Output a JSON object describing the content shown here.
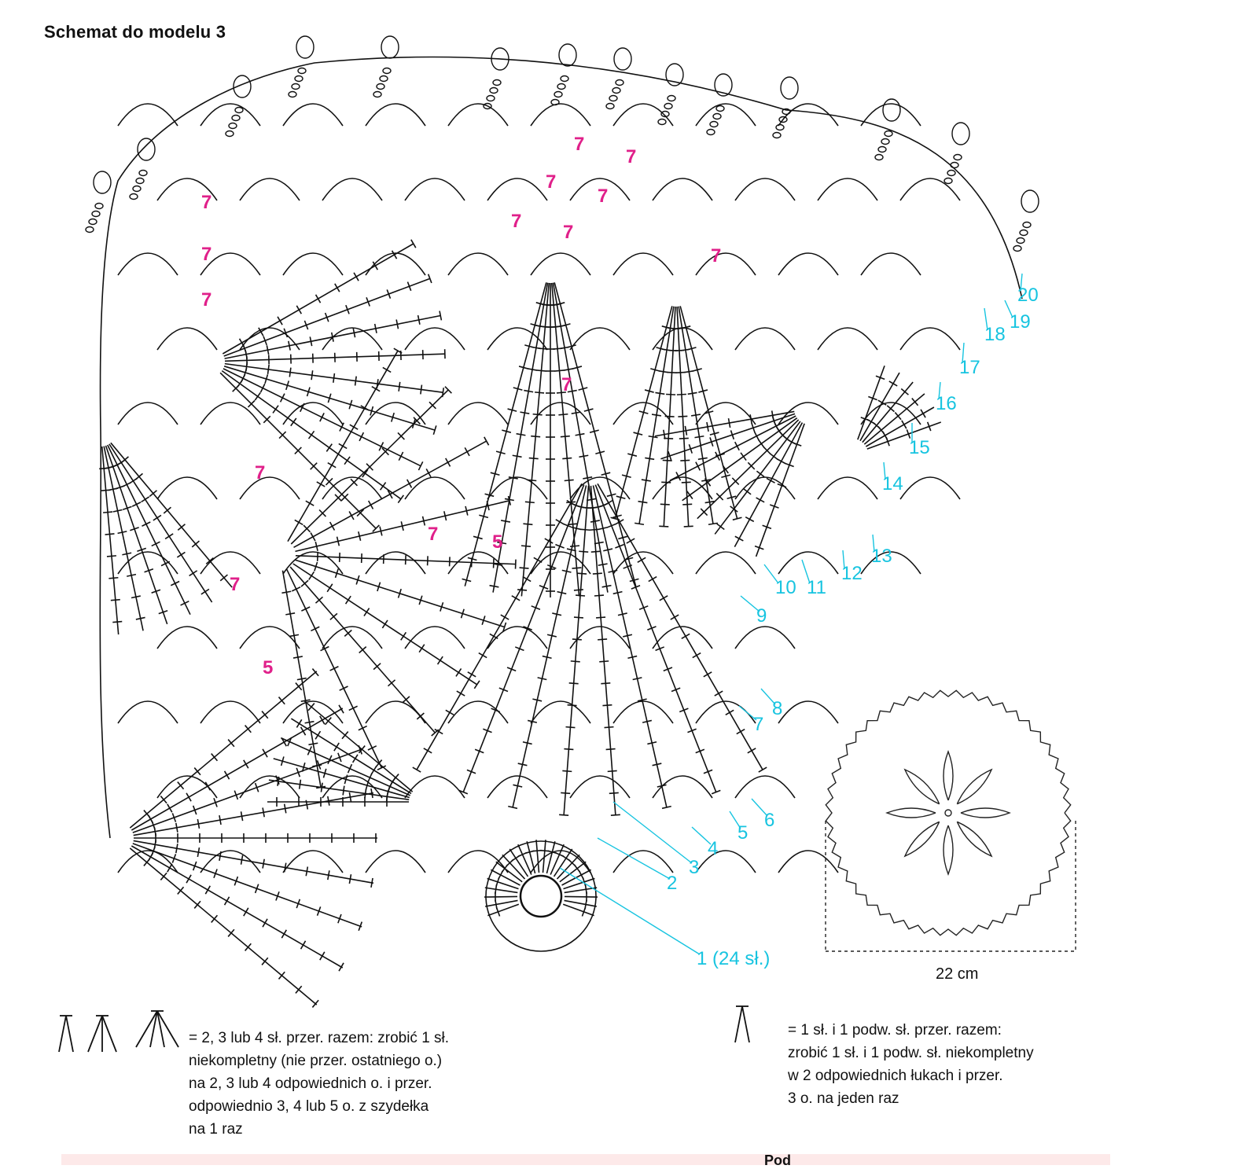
{
  "title": "Schemat do modelu 3",
  "round_labels": [
    "20",
    "19",
    "18",
    "17",
    "16",
    "15",
    "14",
    "13",
    "12",
    "11",
    "10",
    "9",
    "8",
    "7",
    "6",
    "5",
    "4",
    "3",
    "2",
    "1 (24 sł.)"
  ],
  "motif_marks": [
    "7",
    "7",
    "7",
    "7",
    "7",
    "7",
    "7",
    "7",
    "7",
    "7",
    "7",
    "7",
    "7",
    "7",
    "5",
    "5"
  ],
  "legend_left": {
    "head": "= 2, 3 lub 4 sł. przer. razem: zrobić 1 sł.",
    "lines": [
      "niekompletny (nie przer. ostatniego o.)",
      "na 2, 3 lub 4 odpowiednich o. i przer.",
      "odpowiednio 3, 4 lub 5 o. z szydełka",
      "na 1 raz"
    ]
  },
  "legend_right": {
    "head": "= 1 sł. i 1 podw. sł. przer. razem:",
    "lines": [
      "zrobić 1 sł. i 1 podw. sł. niekompletny",
      "w 2 odpowiednich łukach i przer.",
      "3 o. na jeden raz"
    ]
  },
  "dimension": "22 cm",
  "colors": {
    "ink": "#111111",
    "round_labels": "#17c4e0",
    "motif_marks": "#e0208a",
    "bottom_band": "#fde9e9"
  },
  "bottom_text": "Pod"
}
